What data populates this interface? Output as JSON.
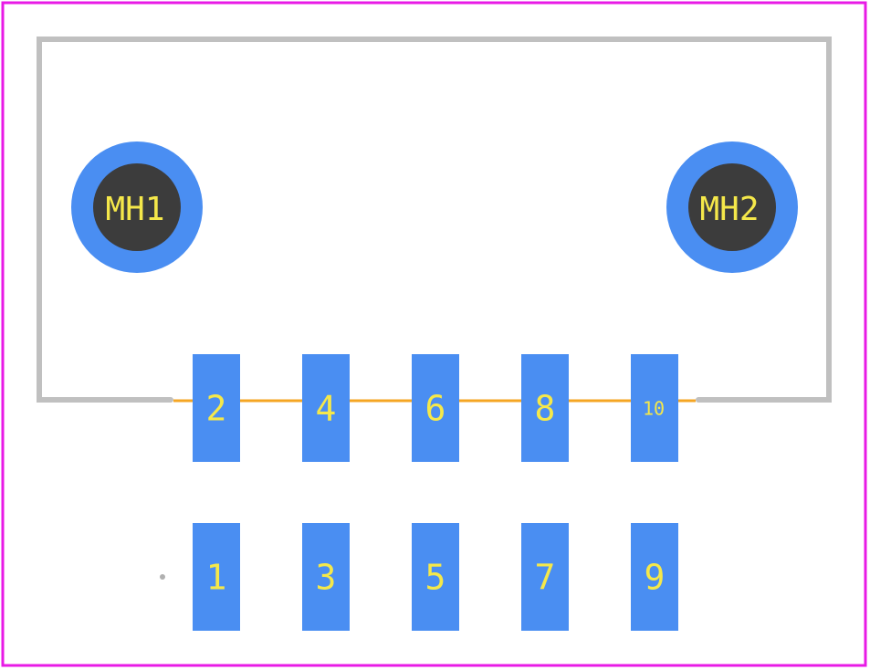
{
  "colors": {
    "board_outline": "#e81ae6",
    "silkscreen": "#c0c0c0",
    "pad": "#4a8ef2",
    "hole": "#3c3c3c",
    "label": "#f5e84a",
    "courtyard_line": "#f5a623"
  },
  "mounting_holes": [
    {
      "id": "mh1",
      "label": "MH1"
    },
    {
      "id": "mh2",
      "label": "MH2"
    }
  ],
  "pads_top_row": [
    {
      "id": "pad-2",
      "label": "2"
    },
    {
      "id": "pad-4",
      "label": "4"
    },
    {
      "id": "pad-6",
      "label": "6"
    },
    {
      "id": "pad-8",
      "label": "8"
    },
    {
      "id": "pad-10",
      "label": "10"
    }
  ],
  "pads_bottom_row": [
    {
      "id": "pad-1",
      "label": "1"
    },
    {
      "id": "pad-3",
      "label": "3"
    },
    {
      "id": "pad-5",
      "label": "5"
    },
    {
      "id": "pad-7",
      "label": "7"
    },
    {
      "id": "pad-9",
      "label": "9"
    }
  ]
}
